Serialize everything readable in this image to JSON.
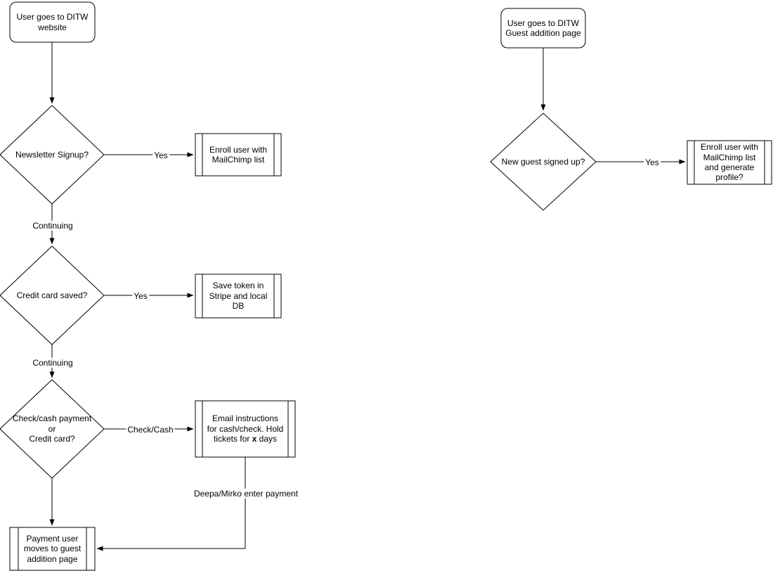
{
  "diagram": {
    "background_color": "#ffffff",
    "stroke_color": "#000000",
    "text_color": "#000000"
  },
  "nodes": {
    "start_website": {
      "text": "User goes to DITW\nwebsite",
      "shape": "rounded-rectangle"
    },
    "newsletter_signup": {
      "text": "Newsletter Signup?",
      "shape": "decision-diamond"
    },
    "enroll_mailchimp": {
      "text": "Enroll user with\nMailChimp list",
      "shape": "predefined-process"
    },
    "credit_card_saved": {
      "text": "Credit card saved?",
      "shape": "decision-diamond"
    },
    "save_token": {
      "text": "Save token in\nStripe and local\nDB",
      "shape": "predefined-process"
    },
    "payment_method": {
      "text": "Check/cash payment\nor\nCredit card?",
      "shape": "decision-diamond"
    },
    "email_instructions": {
      "before": "Email instructions\nfor cash/check. Hold\ntickets for ",
      "bold": "x",
      "after": " days",
      "shape": "predefined-process"
    },
    "payment_user_moves": {
      "text": "Payment user\nmoves to guest\naddition page",
      "shape": "predefined-process"
    },
    "start_guest_page": {
      "text": "User goes to DITW\nGuest addition page",
      "shape": "rounded-rectangle"
    },
    "new_guest_signed_up": {
      "text": "New guest signed up?",
      "shape": "decision-diamond"
    },
    "enroll_mailchimp_profile": {
      "text": "Enroll user with\nMailChimp list\nand generate\nprofile?",
      "shape": "predefined-process"
    }
  },
  "edge_labels": {
    "yes_newsletter": "Yes",
    "continuing_1": "Continuing",
    "yes_credit": "Yes",
    "continuing_2": "Continuing",
    "check_cash": "Check/Cash",
    "deepa_mirko": "Deepa/Mirko enter payment",
    "yes_guest": "Yes"
  }
}
